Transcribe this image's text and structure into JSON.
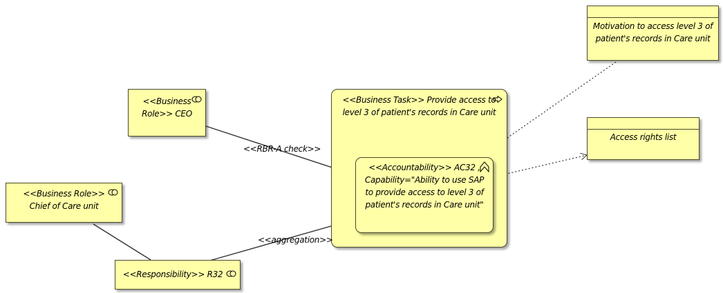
{
  "nodes": {
    "ceo_role": {
      "line1": "<<Business",
      "line2": "Role>> CEO"
    },
    "chief_role": {
      "line1": "<<Business Role>>",
      "line2": "Chief of Care unit"
    },
    "responsibility": {
      "label": "<<Responsibility>> R32"
    },
    "business_task": {
      "line1": "<<Business Task>> Provide access to",
      "line2": "level 3 of patient's records in Care unit"
    },
    "accountability": {
      "line1": "<<Accountability>> AC32 ,",
      "line2": "Capability=\"Ability to use SAP",
      "line3": "to provide access to level 3 of",
      "line4": "patient's records in Care unit\""
    },
    "motivation": {
      "line1": "Motivation to access level 3 of",
      "line2": "patient's records in Care unit"
    },
    "access_rights": {
      "label": "Access rights list"
    }
  },
  "edges": {
    "rbr_check": "<<RBR-A check>>",
    "aggregation": "<<aggregation>>"
  },
  "colors": {
    "fill": "#ffffa8",
    "stroke": "#4a4a2a",
    "line": "#333333"
  }
}
